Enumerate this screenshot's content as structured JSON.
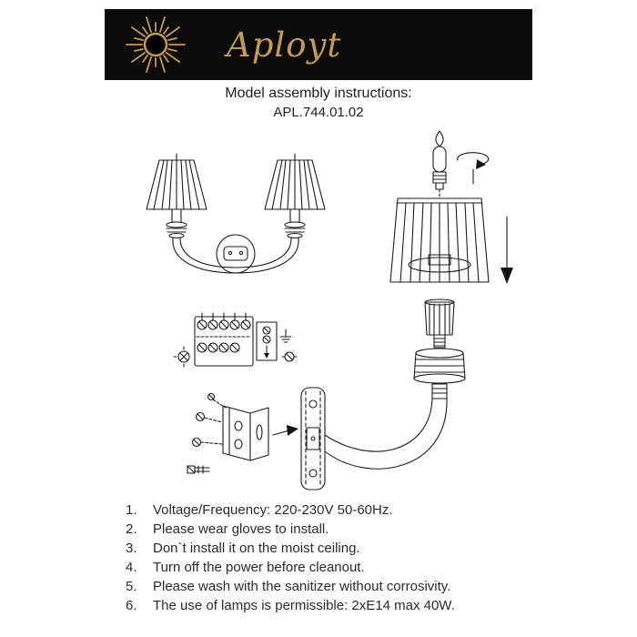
{
  "header": {
    "brand": "Aployt",
    "banner_bg": "#0b0b0b",
    "gold": "#c49a5c",
    "logo_icon": "sunburst-icon"
  },
  "title": {
    "heading": "Model assembly instructions:",
    "model": "APL.744.01.02"
  },
  "diagrams": {
    "sconce_front": "two-arm-wall-sconce-front-view-drawing",
    "shade_install": "lampshade-and-bulb-installation-drawing",
    "wiring": "terminal-block-wiring-diagram",
    "arm_exploded": "arm-socket-and-wall-plate-exploded-drawing",
    "bracket": "mounting-bracket-and-screws-detail-drawing"
  },
  "instructions": [
    {
      "num": "1.",
      "text": "Voltage/Frequency: 220-230V 50-60Hz."
    },
    {
      "num": "2.",
      "text": "Please wear gloves to install."
    },
    {
      "num": "3.",
      "text": "Don`t install it on the moist ceiling."
    },
    {
      "num": "4.",
      "text": "Turn off the power before cleanout."
    },
    {
      "num": "5.",
      "text": "Please wash with the sanitizer without corrosivity."
    },
    {
      "num": "6.",
      "text": "The use of lamps is permissible: 2xE14 max 40W."
    }
  ]
}
